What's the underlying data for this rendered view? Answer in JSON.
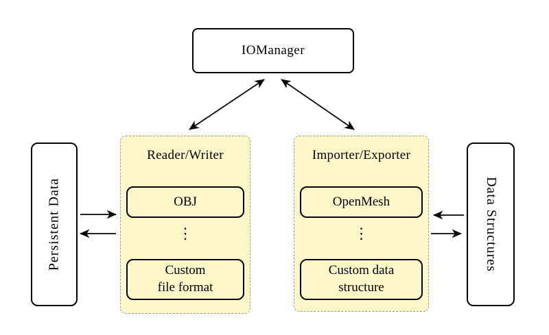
{
  "diagram": {
    "title_node": {
      "label": "IOManager"
    },
    "left_side_node": {
      "label": "Persistent Data"
    },
    "right_side_node": {
      "label": "Data Structures"
    },
    "reader_writer_group": {
      "title": "Reader/Writer",
      "item_top": "OBJ",
      "ellipsis": "⋮",
      "item_bottom": "Custom\nfile format"
    },
    "importer_exporter_group": {
      "title": "Importer/Exporter",
      "item_top": "OpenMesh",
      "ellipsis": "⋮",
      "item_bottom": "Custom data\nstructure"
    },
    "colors": {
      "group_fill": "#FBF7C9",
      "group_border": "#9A9A9A",
      "node_fill": "#FFFFFF",
      "node_border": "#000000",
      "arrow": "#000000",
      "background": "#FFFFFF"
    }
  }
}
